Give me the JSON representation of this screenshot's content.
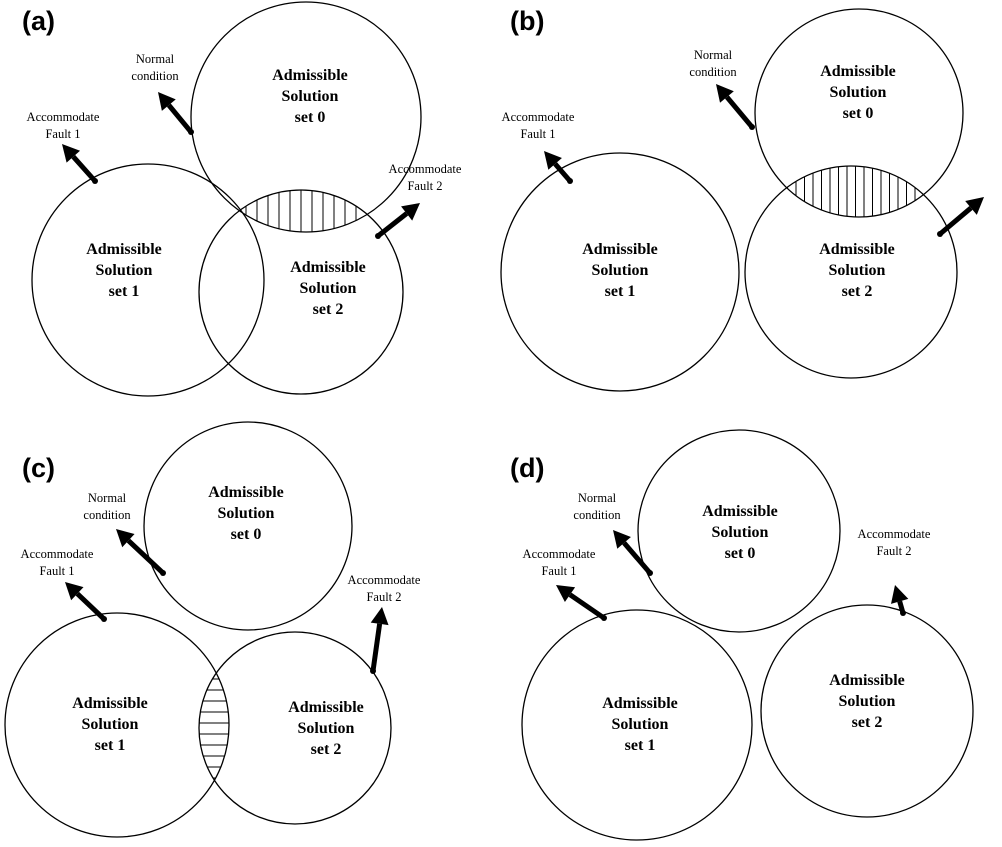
{
  "panels": [
    {
      "id": "a",
      "label": "(a)",
      "sets": [
        {
          "lines": [
            "Admissible",
            "Solution",
            "set 0"
          ]
        },
        {
          "lines": [
            "Admissible",
            "Solution",
            "set 1"
          ]
        },
        {
          "lines": [
            "Admissible",
            "Solution",
            "set 2"
          ]
        }
      ],
      "arrows": [
        {
          "lines": [
            "Normal",
            "condition"
          ]
        },
        {
          "lines": [
            "Accommodate",
            "Fault 1"
          ]
        },
        {
          "lines": [
            "Accommodate",
            "Fault 2"
          ]
        }
      ]
    },
    {
      "id": "b",
      "label": "(b)",
      "sets": [
        {
          "lines": [
            "Admissible",
            "Solution",
            "set 0"
          ]
        },
        {
          "lines": [
            "Admissible",
            "Solution",
            "set 1"
          ]
        },
        {
          "lines": [
            "Admissible",
            "Solution",
            "set 2"
          ]
        }
      ],
      "arrows": [
        {
          "lines": [
            "Normal",
            "condition"
          ]
        },
        {
          "lines": [
            "Accommodate",
            "Fault 1"
          ]
        },
        {
          "lines": []
        }
      ]
    },
    {
      "id": "c",
      "label": "(c)",
      "sets": [
        {
          "lines": [
            "Admissible",
            "Solution",
            "set 0"
          ]
        },
        {
          "lines": [
            "Admissible",
            "Solution",
            "set 1"
          ]
        },
        {
          "lines": [
            "Admissible",
            "Solution",
            "set 2"
          ]
        }
      ],
      "arrows": [
        {
          "lines": [
            "Normal",
            "condition"
          ]
        },
        {
          "lines": [
            "Accommodate",
            "Fault 1"
          ]
        },
        {
          "lines": [
            "Accommodate",
            "Fault 2"
          ]
        }
      ]
    },
    {
      "id": "d",
      "label": "(d)",
      "sets": [
        {
          "lines": [
            "Admissible",
            "Solution",
            "set 0"
          ]
        },
        {
          "lines": [
            "Admissible",
            "Solution",
            "set 1"
          ]
        },
        {
          "lines": [
            "Admissible",
            "Solution",
            "set 2"
          ]
        }
      ],
      "arrows": [
        {
          "lines": [
            "Normal",
            "condition"
          ]
        },
        {
          "lines": [
            "Accommodate",
            "Fault 1"
          ]
        },
        {
          "lines": [
            "Accommodate",
            "Fault 2"
          ]
        }
      ]
    }
  ]
}
